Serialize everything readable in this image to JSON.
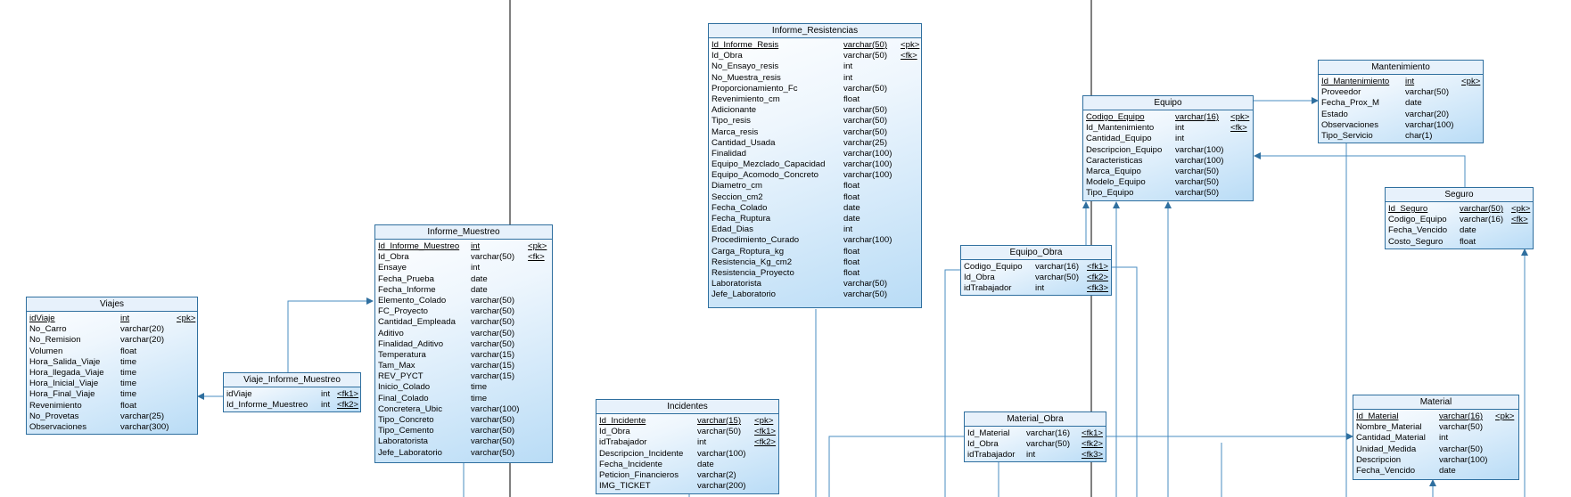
{
  "colors": {
    "box_border": "#2f6f9f",
    "box_fill_light": "#ffffff",
    "box_fill_dark": "#b9dcf6",
    "line_color": "#4a8cc2",
    "divider": "#000000"
  },
  "entities": {
    "viajes": {
      "title": "Viajes",
      "attrs": [
        {
          "name": "idViaje",
          "type": "int",
          "key": "<pk>"
        },
        {
          "name": "No_Carro",
          "type": "varchar(20)",
          "key": ""
        },
        {
          "name": "No_Remision",
          "type": "varchar(20)",
          "key": ""
        },
        {
          "name": "Volumen",
          "type": "float",
          "key": ""
        },
        {
          "name": "Hora_Salida_Viaje",
          "type": "time",
          "key": ""
        },
        {
          "name": "Hora_llegada_Viaje",
          "type": "time",
          "key": ""
        },
        {
          "name": "Hora_Inicial_Viaje",
          "type": "time",
          "key": ""
        },
        {
          "name": "Hora_Final_Viaje",
          "type": "time",
          "key": ""
        },
        {
          "name": "Revenimiento",
          "type": "float",
          "key": ""
        },
        {
          "name": "No_Provetas",
          "type": "varchar(25)",
          "key": ""
        },
        {
          "name": "Observaciones",
          "type": "varchar(300)",
          "key": ""
        }
      ]
    },
    "viaje_informe_muestreo": {
      "title": "Viaje_Informe_Muestreo",
      "attrs": [
        {
          "name": "idViaje",
          "type": "int",
          "key": "<fk1>"
        },
        {
          "name": "Id_Informe_Muestreo",
          "type": "int",
          "key": "<fk2>"
        }
      ]
    },
    "informe_muestreo": {
      "title": "Informe_Muestreo",
      "attrs": [
        {
          "name": "Id_Informe_Muestreo",
          "type": "int",
          "key": "<pk>"
        },
        {
          "name": "Id_Obra",
          "type": "varchar(50)",
          "key": "<fk>"
        },
        {
          "name": "Ensaye",
          "type": "int",
          "key": ""
        },
        {
          "name": "Fecha_Prueba",
          "type": "date",
          "key": ""
        },
        {
          "name": "Fecha_Informe",
          "type": "date",
          "key": ""
        },
        {
          "name": "Elemento_Colado",
          "type": "varchar(50)",
          "key": ""
        },
        {
          "name": "FC_Proyecto",
          "type": "varchar(50)",
          "key": ""
        },
        {
          "name": "Cantidad_Empleada",
          "type": "varchar(50)",
          "key": ""
        },
        {
          "name": "Aditivo",
          "type": "varchar(50)",
          "key": ""
        },
        {
          "name": "Finalidad_Aditivo",
          "type": "varchar(50)",
          "key": ""
        },
        {
          "name": "Temperatura",
          "type": "varchar(15)",
          "key": ""
        },
        {
          "name": "Tam_Max",
          "type": "varchar(15)",
          "key": ""
        },
        {
          "name": "REV_PYCT",
          "type": "varchar(15)",
          "key": ""
        },
        {
          "name": "Inicio_Colado",
          "type": "time",
          "key": ""
        },
        {
          "name": "Final_Colado",
          "type": "time",
          "key": ""
        },
        {
          "name": "Concretera_Ubic",
          "type": "varchar(100)",
          "key": ""
        },
        {
          "name": "Tipo_Concreto",
          "type": "varchar(50)",
          "key": ""
        },
        {
          "name": "Tipo_Cemento",
          "type": "varchar(50)",
          "key": ""
        },
        {
          "name": "Laboratorista",
          "type": "varchar(50)",
          "key": ""
        },
        {
          "name": "Jefe_Laboratorio",
          "type": "varchar(50)",
          "key": ""
        }
      ]
    },
    "informe_resistencias": {
      "title": "Informe_Resistencias",
      "attrs": [
        {
          "name": "Id_Informe_Resis",
          "type": "varchar(50)",
          "key": "<pk>"
        },
        {
          "name": "Id_Obra",
          "type": "varchar(50)",
          "key": "<fk>"
        },
        {
          "name": "No_Ensayo_resis",
          "type": "int",
          "key": ""
        },
        {
          "name": "No_Muestra_resis",
          "type": "int",
          "key": ""
        },
        {
          "name": "Proporcionamiento_Fc",
          "type": "varchar(50)",
          "key": ""
        },
        {
          "name": "Revenimiento_cm",
          "type": "float",
          "key": ""
        },
        {
          "name": "Adicionante",
          "type": "varchar(50)",
          "key": ""
        },
        {
          "name": "Tipo_resis",
          "type": "varchar(50)",
          "key": ""
        },
        {
          "name": "Marca_resis",
          "type": "varchar(50)",
          "key": ""
        },
        {
          "name": "Cantidad_Usada",
          "type": "varchar(25)",
          "key": ""
        },
        {
          "name": "Finalidad",
          "type": "varchar(100)",
          "key": ""
        },
        {
          "name": "Equipo_Mezclado_Capacidad",
          "type": "varchar(100)",
          "key": ""
        },
        {
          "name": "Equipo_Acomodo_Concreto",
          "type": "varchar(100)",
          "key": ""
        },
        {
          "name": "Diametro_cm",
          "type": "float",
          "key": ""
        },
        {
          "name": "Seccion_cm2",
          "type": "float",
          "key": ""
        },
        {
          "name": "Fecha_Colado",
          "type": "date",
          "key": ""
        },
        {
          "name": "Fecha_Ruptura",
          "type": "date",
          "key": ""
        },
        {
          "name": "Edad_Dias",
          "type": "int",
          "key": ""
        },
        {
          "name": "Procedimiento_Curado",
          "type": "varchar(100)",
          "key": ""
        },
        {
          "name": "Carga_Roptura_kg",
          "type": "float",
          "key": ""
        },
        {
          "name": "Resistencia_Kg_cm2",
          "type": "float",
          "key": ""
        },
        {
          "name": "Resistencia_Proyecto",
          "type": "float",
          "key": ""
        },
        {
          "name": "Laboratorista",
          "type": "varchar(50)",
          "key": ""
        },
        {
          "name": "Jefe_Laboratorio",
          "type": "varchar(50)",
          "key": ""
        }
      ]
    },
    "incidentes": {
      "title": "Incidentes",
      "attrs": [
        {
          "name": "Id_Incidente",
          "type": "varchar(15)",
          "key": "<pk>"
        },
        {
          "name": "Id_Obra",
          "type": "varchar(50)",
          "key": "<fk1>"
        },
        {
          "name": "idTrabajador",
          "type": "int",
          "key": "<fk2>"
        },
        {
          "name": "Descripcion_Incidente",
          "type": "varchar(100)",
          "key": ""
        },
        {
          "name": "Fecha_Incidente",
          "type": "date",
          "key": ""
        },
        {
          "name": "Peticion_Financieros",
          "type": "varchar(2)",
          "key": ""
        },
        {
          "name": "IMG_TICKET",
          "type": "varchar(200)",
          "key": ""
        }
      ]
    },
    "equipo_obra": {
      "title": "Equipo_Obra",
      "attrs": [
        {
          "name": "Codigo_Equipo",
          "type": "varchar(16)",
          "key": "<fk1>"
        },
        {
          "name": "Id_Obra",
          "type": "varchar(50)",
          "key": "<fk2>"
        },
        {
          "name": "idTrabajador",
          "type": "int",
          "key": "<fk3>"
        }
      ]
    },
    "material_obra": {
      "title": "Material_Obra",
      "attrs": [
        {
          "name": "Id_Material",
          "type": "varchar(16)",
          "key": "<fk1>"
        },
        {
          "name": "Id_Obra",
          "type": "varchar(50)",
          "key": "<fk2>"
        },
        {
          "name": "idTrabajador",
          "type": "int",
          "key": "<fk3>"
        }
      ]
    },
    "equipo": {
      "title": "Equipo",
      "attrs": [
        {
          "name": "Codigo_Equipo",
          "type": "varchar(16)",
          "key": "<pk>"
        },
        {
          "name": "Id_Mantenimiento",
          "type": "int",
          "key": "<fk>"
        },
        {
          "name": "Cantidad_Equipo",
          "type": "int",
          "key": ""
        },
        {
          "name": "Descripcion_Equipo",
          "type": "varchar(100)",
          "key": ""
        },
        {
          "name": "Caracteristicas",
          "type": "varchar(100)",
          "key": ""
        },
        {
          "name": "Marca_Equipo",
          "type": "varchar(50)",
          "key": ""
        },
        {
          "name": "Modelo_Equipo",
          "type": "varchar(50)",
          "key": ""
        },
        {
          "name": "Tipo_Equipo",
          "type": "varchar(50)",
          "key": ""
        }
      ]
    },
    "mantenimiento": {
      "title": "Mantenimiento",
      "attrs": [
        {
          "name": "Id_Mantenimiento",
          "type": "int",
          "key": "<pk>"
        },
        {
          "name": "Proveedor",
          "type": "varchar(50)",
          "key": ""
        },
        {
          "name": "Fecha_Prox_M",
          "type": "date",
          "key": ""
        },
        {
          "name": "Estado",
          "type": "varchar(20)",
          "key": ""
        },
        {
          "name": "Observaciones",
          "type": "varchar(100)",
          "key": ""
        },
        {
          "name": "Tipo_Servicio",
          "type": "char(1)",
          "key": ""
        }
      ]
    },
    "seguro": {
      "title": "Seguro",
      "attrs": [
        {
          "name": "Id_Seguro",
          "type": "varchar(50)",
          "key": "<pk>"
        },
        {
          "name": "Codigo_Equipo",
          "type": "varchar(16)",
          "key": "<fk>"
        },
        {
          "name": "Fecha_Vencido",
          "type": "date",
          "key": ""
        },
        {
          "name": "Costo_Seguro",
          "type": "float",
          "key": ""
        }
      ]
    },
    "material": {
      "title": "Material",
      "attrs": [
        {
          "name": "Id_Material",
          "type": "varchar(16)",
          "key": "<pk>"
        },
        {
          "name": "Nombre_Material",
          "type": "varchar(50)",
          "key": ""
        },
        {
          "name": "Cantidad_Material",
          "type": "int",
          "key": ""
        },
        {
          "name": "Unidad_Medida",
          "type": "varchar(50)",
          "key": ""
        },
        {
          "name": "Descripcion",
          "type": "varchar(100)",
          "key": ""
        },
        {
          "name": "Fecha_Vencido",
          "type": "date",
          "key": ""
        }
      ]
    }
  }
}
